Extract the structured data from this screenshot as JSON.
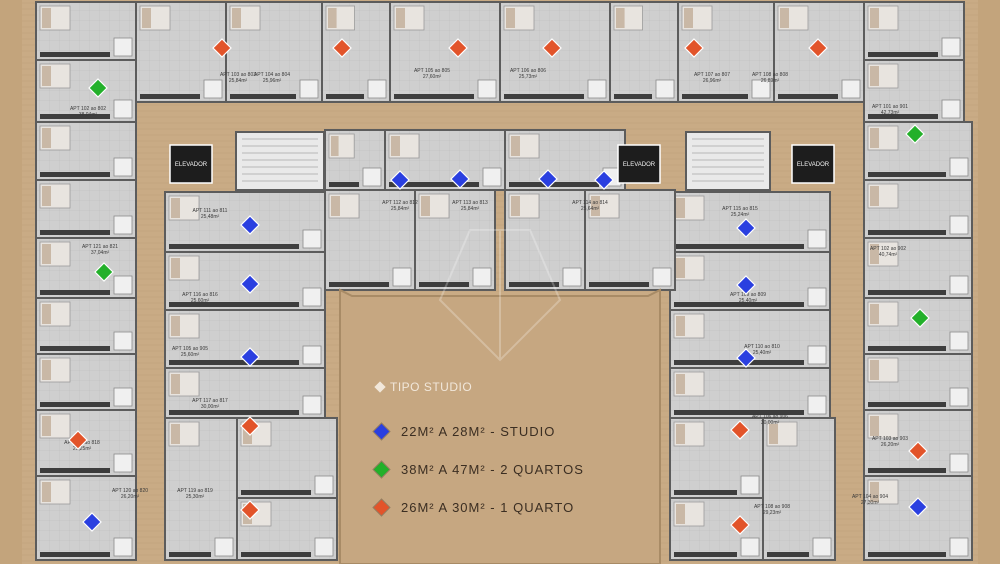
{
  "legend": {
    "title": "TIPO STUDIO",
    "items": [
      {
        "label": "22M² A 28M² - STUDIO",
        "color": "#2a3fe0"
      },
      {
        "label": "38M² A 47M² - 2 QUARTOS",
        "color": "#23b02a"
      },
      {
        "label": "26M² A 30M² - 1 QUARTO",
        "color": "#e2542a"
      }
    ]
  },
  "elevators": {
    "label": "ELEVADOR"
  },
  "markers": {
    "blue": [
      [
        400,
        180
      ],
      [
        460,
        179
      ],
      [
        548,
        179
      ],
      [
        604,
        180
      ],
      [
        250,
        225
      ],
      [
        250,
        284
      ],
      [
        250,
        357
      ],
      [
        746,
        228
      ],
      [
        746,
        285
      ],
      [
        746,
        358
      ],
      [
        92,
        522
      ],
      [
        918,
        507
      ]
    ],
    "green": [
      [
        98,
        88
      ],
      [
        915,
        134
      ],
      [
        104,
        272
      ],
      [
        920,
        318
      ],
      [
        380,
        469
      ]
    ],
    "orange": [
      [
        222,
        48
      ],
      [
        342,
        48
      ],
      [
        458,
        48
      ],
      [
        552,
        48
      ],
      [
        694,
        48
      ],
      [
        818,
        48
      ],
      [
        250,
        426
      ],
      [
        78,
        440
      ],
      [
        250,
        510
      ],
      [
        740,
        430
      ],
      [
        918,
        451
      ],
      [
        740,
        525
      ],
      [
        380,
        507
      ]
    ]
  },
  "unit_labels": [
    {
      "text": "APT 103 ao 803",
      "area": "25,84m²"
    },
    {
      "text": "APT 104 ao 804",
      "area": "25,96m²"
    },
    {
      "text": "APT 105 ao 805",
      "area": "27,60m²"
    },
    {
      "text": "APT 106 ao 806",
      "area": "25,73m²"
    },
    {
      "text": "APT 107 ao 807",
      "area": "26,96m²"
    },
    {
      "text": "APT 108 ao 808",
      "area": "26,89m²"
    },
    {
      "text": "APT 102 ao 802",
      "area": "38,04m²"
    },
    {
      "text": "APT 101 ao 901",
      "area": "42,73m²"
    },
    {
      "text": "APT 121 ao 821",
      "area": "37,04m²"
    },
    {
      "text": "APT 102 ao 902",
      "area": "40,74m²"
    },
    {
      "text": "APT 111 ao 811",
      "area": "25,48m²"
    },
    {
      "text": "APT 112 ao 812",
      "area": "25,84m²"
    },
    {
      "text": "APT 113 ao 813",
      "area": "25,84m²"
    },
    {
      "text": "APT 114 ao 814",
      "area": "25,64m²"
    },
    {
      "text": "APT 115 ao 815",
      "area": "25,24m²"
    },
    {
      "text": "APT 116 ao 816",
      "area": "25,60m²"
    },
    {
      "text": "APT 117 ao 817",
      "area": "30,00m²"
    },
    {
      "text": "APT 118 ao 818",
      "area": "29,25m²"
    },
    {
      "text": "APT 119 ao 819",
      "area": "25,30m²"
    },
    {
      "text": "APT 109 ao 809",
      "area": "25,40m²"
    },
    {
      "text": "APT 110 ao 810",
      "area": "25,40m²"
    },
    {
      "text": "APT 105 ao 905",
      "area": "25,60m²"
    },
    {
      "text": "APT 106 ao 906",
      "area": "30,00m²"
    },
    {
      "text": "APT 103 ao 903",
      "area": "26,20m²"
    },
    {
      "text": "APT 104 ao 904",
      "area": "27,30m²"
    },
    {
      "text": "APT 108 ao 908",
      "area": "29,23m²"
    },
    {
      "text": "APT 120 ao 820",
      "area": "26,20m²"
    }
  ]
}
